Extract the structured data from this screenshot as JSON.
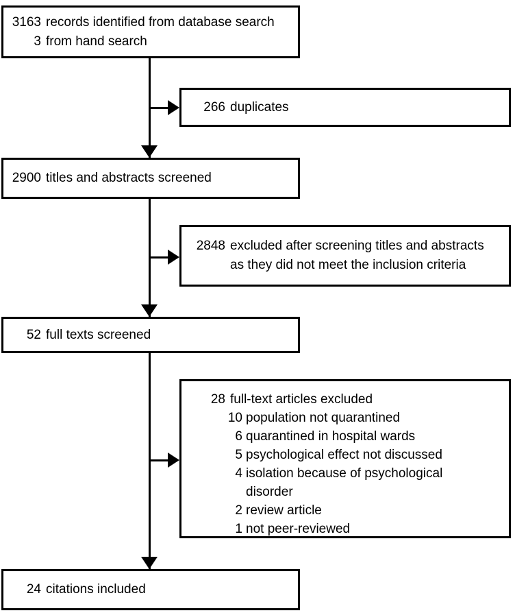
{
  "figure": {
    "type": "study-selection-flowchart",
    "colors": {
      "background": "#ffffff",
      "line": "#000000",
      "text": "#000000"
    }
  },
  "boxes": {
    "identified": {
      "rows": [
        {
          "num": "3163",
          "text": "records identified from database search"
        },
        {
          "num": "3",
          "text": "from hand search"
        }
      ]
    },
    "duplicates": {
      "rows": [
        {
          "num": "266",
          "text": "duplicates"
        }
      ]
    },
    "screened": {
      "rows": [
        {
          "num": "2900",
          "text": "titles and abstracts screened"
        }
      ]
    },
    "excluded_screening": {
      "rows": [
        {
          "num": "2848",
          "text": "excluded after screening titles and abstracts"
        },
        {
          "num": "",
          "text": "as they did not meet the inclusion criteria"
        }
      ]
    },
    "fulltext_screened": {
      "rows": [
        {
          "num": "52",
          "text": "full texts screened"
        }
      ]
    },
    "excluded_fulltext": {
      "header": {
        "num": "28",
        "text": "full-text articles excluded"
      },
      "reasons": [
        {
          "num": "10",
          "text": "population not quarantined"
        },
        {
          "num": "6",
          "text": "quarantined in hospital wards"
        },
        {
          "num": "5",
          "text": "psychological effect not discussed"
        },
        {
          "num": "4",
          "text": "isolation because of psychological"
        },
        {
          "num": "",
          "text": "disorder"
        },
        {
          "num": "2",
          "text": "review article"
        },
        {
          "num": "1",
          "text": "not peer-reviewed"
        }
      ]
    },
    "included": {
      "rows": [
        {
          "num": "24",
          "text": "citations included"
        }
      ]
    }
  }
}
